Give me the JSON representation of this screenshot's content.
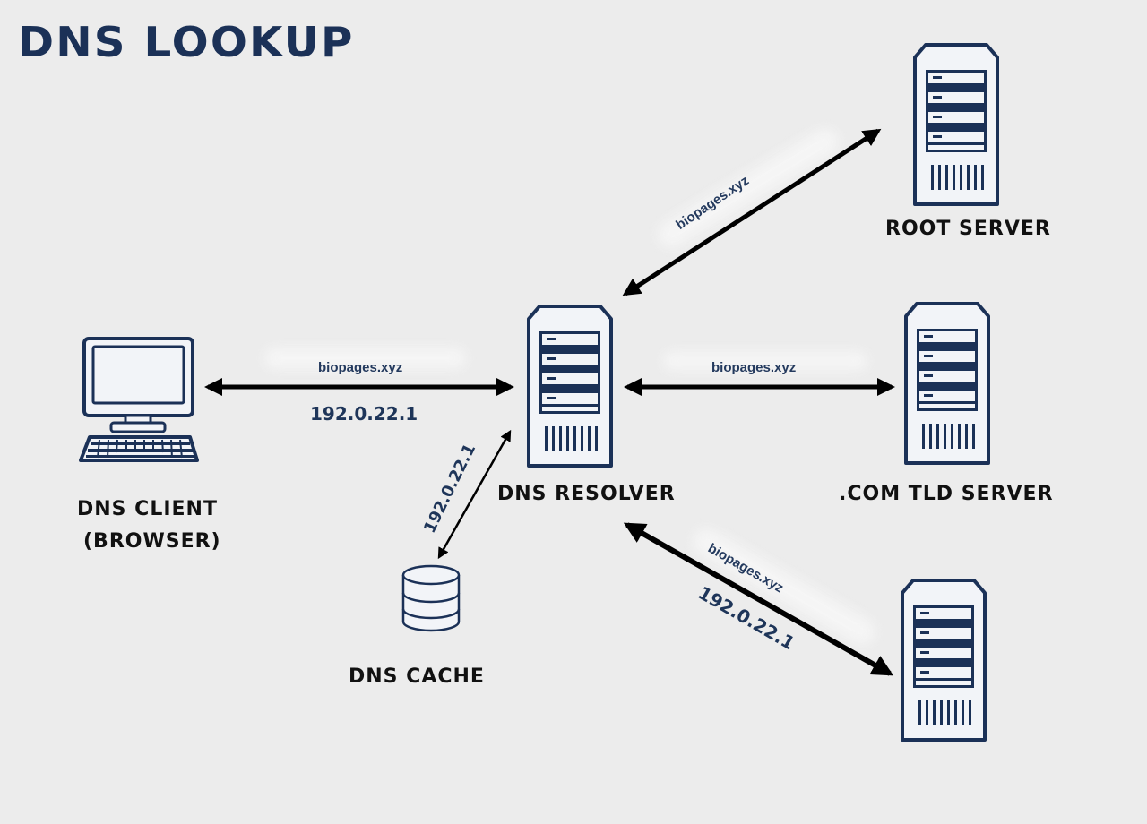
{
  "title": "DNS LOOKUP",
  "nodes": {
    "client": {
      "label_line1": "DNS CLIENT",
      "label_line2": "(BROWSER)",
      "icon": "desktop-computer-icon"
    },
    "resolver": {
      "label": "DNS RESOLVER",
      "icon": "server-icon"
    },
    "cache": {
      "label": "DNS CACHE",
      "icon": "database-icon"
    },
    "root": {
      "label": "ROOT SERVER",
      "icon": "server-icon"
    },
    "tld": {
      "label": ".COM TLD SERVER",
      "icon": "server-icon"
    },
    "authoritative": {
      "label": "",
      "icon": "server-icon"
    }
  },
  "edges": {
    "client_resolver": {
      "query": "biopages.xyz",
      "response": "192.0.22.1"
    },
    "resolver_root": {
      "query": "biopages.xyz"
    },
    "resolver_tld": {
      "query": "biopages.xyz"
    },
    "resolver_cache": {
      "response": "192.0.22.1"
    },
    "resolver_authoritative": {
      "query": "biopages.xyz",
      "response": "192.0.22.1"
    }
  },
  "colors": {
    "background": "#ececec",
    "navy": "#1b3157",
    "icon_fill": "#f2f4f8",
    "arrow": "#000000"
  }
}
